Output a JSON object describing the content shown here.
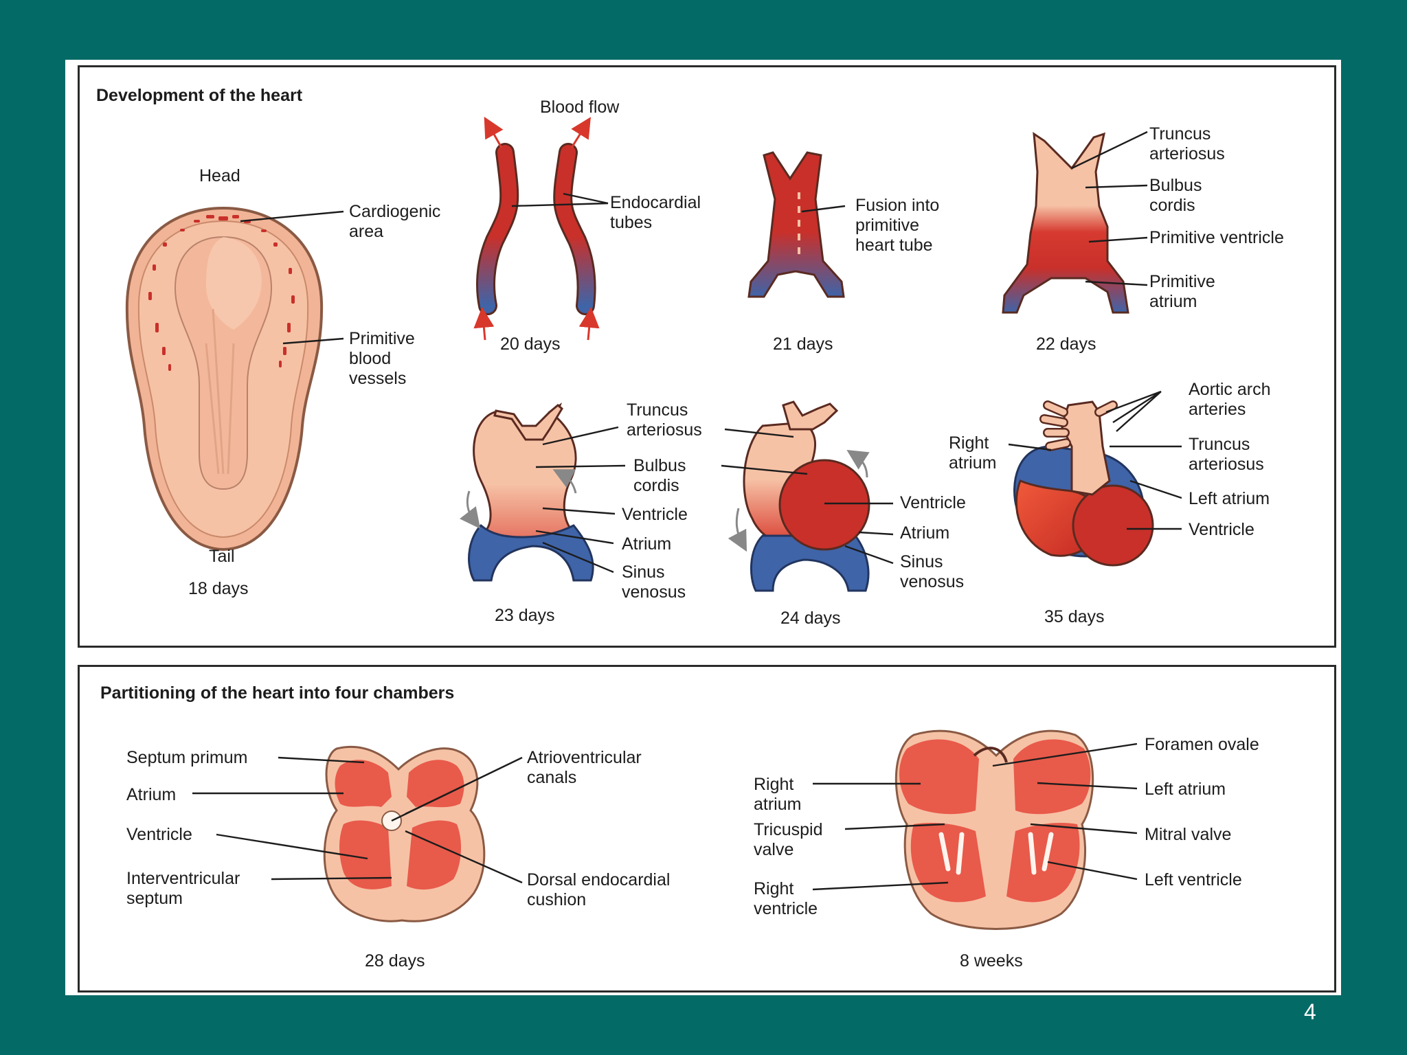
{
  "slide_number": "4",
  "colors": {
    "background": "#046a66",
    "oxygenated": "#cc2e26",
    "deoxygenated": "#3f64a8",
    "tissue": "#f6c2a6"
  },
  "panel1": {
    "title": "Development of the heart",
    "stages": {
      "d18": {
        "caption": "18 days",
        "head": "Head",
        "tail": "Tail",
        "label_cardiogenic": "Cardiogenic\narea",
        "label_vessels": "Primitive\nblood\nvessels"
      },
      "d20": {
        "caption": "20 days",
        "blood_flow": "Blood flow",
        "label_tubes": "Endocardial\ntubes"
      },
      "d21": {
        "caption": "21 days",
        "label_fusion": "Fusion into\nprimitive\nheart tube"
      },
      "d22": {
        "caption": "22 days",
        "label_truncus": "Truncus\narteriosus",
        "label_bulbus": "Bulbus\ncordis",
        "label_ventricle": "Primitive ventricle",
        "label_atrium": "Primitive\natrium"
      },
      "d23": {
        "caption": "23 days",
        "label_truncus": "Truncus\narteriosus",
        "label_bulbus": "Bulbus\ncordis",
        "label_ventricle": "Ventricle",
        "label_atrium": "Atrium",
        "label_sinus": "Sinus\nvenosus"
      },
      "d24": {
        "caption": "24 days",
        "label_ventricle": "Ventricle",
        "label_atrium": "Atrium",
        "label_sinus": "Sinus\nvenosus"
      },
      "d35": {
        "caption": "35 days",
        "label_aortic": "Aortic arch\narteries",
        "label_right_atrium": "Right\natrium",
        "label_truncus": "Truncus\narteriosus",
        "label_left_atrium": "Left atrium",
        "label_ventricle": "Ventricle"
      }
    }
  },
  "panel2": {
    "title": "Partitioning of the heart into four chambers",
    "stages": {
      "d28": {
        "caption": "28 days",
        "label_septum_primum": "Septum primum",
        "label_atrium": "Atrium",
        "label_ventricle": "Ventricle",
        "label_iv_septum": "Interventricular\nseptum",
        "label_av_canals": "Atrioventricular\ncanals",
        "label_cushion": "Dorsal endocardial\ncushion"
      },
      "w8": {
        "caption": "8 weeks",
        "label_right_atrium": "Right\natrium",
        "label_tricuspid": "Tricuspid\nvalve",
        "label_right_ventricle": "Right\nventricle",
        "label_foramen": "Foramen ovale",
        "label_left_atrium": "Left atrium",
        "label_mitral": "Mitral valve",
        "label_left_ventricle": "Left ventricle"
      }
    }
  }
}
